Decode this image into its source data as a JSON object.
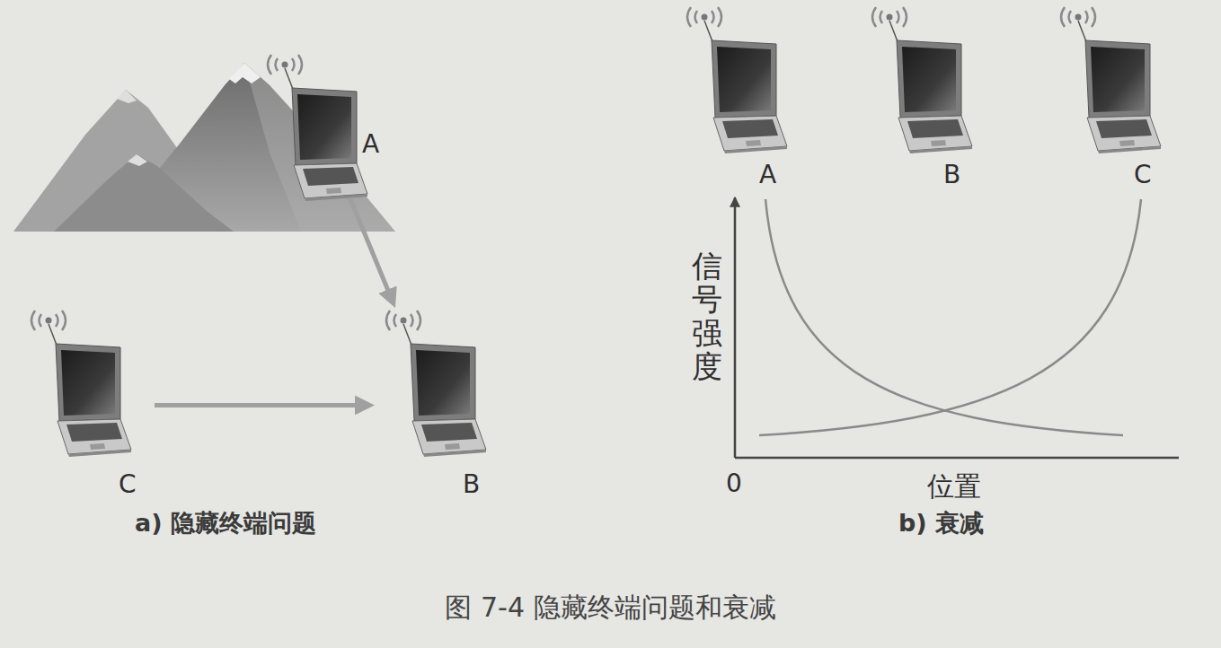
{
  "diagram": {
    "caption": "图 7-4 隐藏终端问题和衰减",
    "nodes": [
      {
        "text": [
          "A"
        ]
      },
      {
        "text": [
          "C"
        ]
      },
      {
        "text": [
          "B"
        ]
      },
      {
        "text": [
          "A"
        ]
      },
      {
        "text": [
          "B"
        ]
      },
      {
        "text": [
          "C"
        ]
      }
    ],
    "edges": [
      {
        "from": 0,
        "to": 2,
        "arrow": "to"
      },
      {
        "from": 1,
        "to": 2,
        "arrow": "to"
      }
    ],
    "labels": [
      "信号强度",
      "位置",
      "0",
      "a) 隐藏终端问题",
      "b) 衰减"
    ]
  }
}
